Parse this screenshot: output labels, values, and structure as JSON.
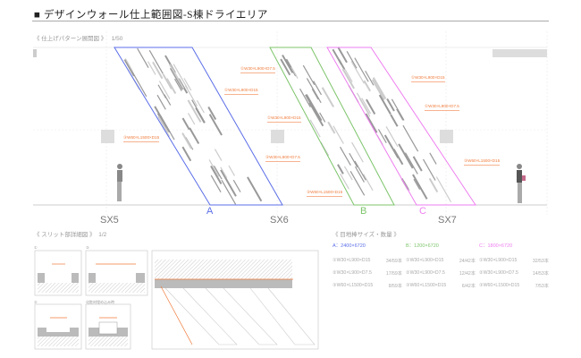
{
  "title": "■  デザインウォール仕上範囲図-S棟ドライエリア",
  "elevation": {
    "heading": "《 仕上げパターン展開図 》",
    "scale": "1/50",
    "axes": [
      "SX5",
      "SX6",
      "SX7"
    ],
    "zones": [
      {
        "id": "A",
        "color": "#5b6ee8"
      },
      {
        "id": "B",
        "color": "#7cc46a"
      },
      {
        "id": "C",
        "color": "#ee7ef0"
      }
    ],
    "callouts": [
      "①W30×L900×D7.5",
      "①W30×L900×D15",
      "③W60×L1500×D15",
      "①W30×L900×D15",
      "③W30×L900×D7.5",
      "③W60×L1500×D15",
      "①W30×L900×D15",
      "①W30×L900×D7.5",
      "③W60×L1500×D15"
    ]
  },
  "detail": {
    "heading": "《 スリット部詳細図 》",
    "scale": "1/2",
    "sub_labels": [
      "①",
      "③",
      "②",
      "化粧材埋め込み時"
    ]
  },
  "quantities": {
    "heading": "《 目地棒サイズ・数量 》",
    "groups": [
      {
        "name": "A：2400×6720",
        "color": "#5b6ee8",
        "rows": [
          [
            "①W30×L900×D15",
            "34/59本"
          ],
          [
            "②W30×L900×D7.5",
            "17/59本"
          ],
          [
            "③W60×L1500×D15",
            "8/59本"
          ]
        ]
      },
      {
        "name": "B：1200×6720",
        "color": "#7cc46a",
        "rows": [
          [
            "①W30×L900×D15",
            "24/42本"
          ],
          [
            "②W30×L900×D7.5",
            "12/42本"
          ],
          [
            "③W60×L1500×D15",
            "6/42本"
          ]
        ]
      },
      {
        "name": "C：1800×6720",
        "color": "#ee7ef0",
        "rows": [
          [
            "①W30×L900×D15",
            "32/53本"
          ],
          [
            "②W30×L900×D7.5",
            "14/53本"
          ],
          [
            "③W60×L1500×D15",
            "7/53本"
          ]
        ]
      }
    ]
  }
}
